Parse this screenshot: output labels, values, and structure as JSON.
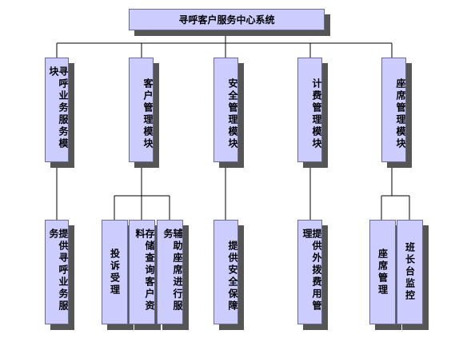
{
  "root": {
    "label": "寻呼客户服务中心系统"
  },
  "modules": [
    {
      "label": "寻呼业务服务模块",
      "children": [
        "提供寻呼业务服务"
      ]
    },
    {
      "label": "客户管理模块",
      "children": [
        "投诉受理",
        "存储查询客户资料",
        "辅助座席进行服务"
      ]
    },
    {
      "label": "安全管理模块",
      "children": [
        "提供安全保障"
      ]
    },
    {
      "label": "计费管理模块",
      "children": [
        "提供外拨费用管理"
      ]
    },
    {
      "label": "座席管理模块",
      "children": [
        "座席管理",
        "班长台监控"
      ]
    }
  ],
  "colors": {
    "box_fill": "#ccccff",
    "shadow": "#555555",
    "line": "#000000"
  }
}
